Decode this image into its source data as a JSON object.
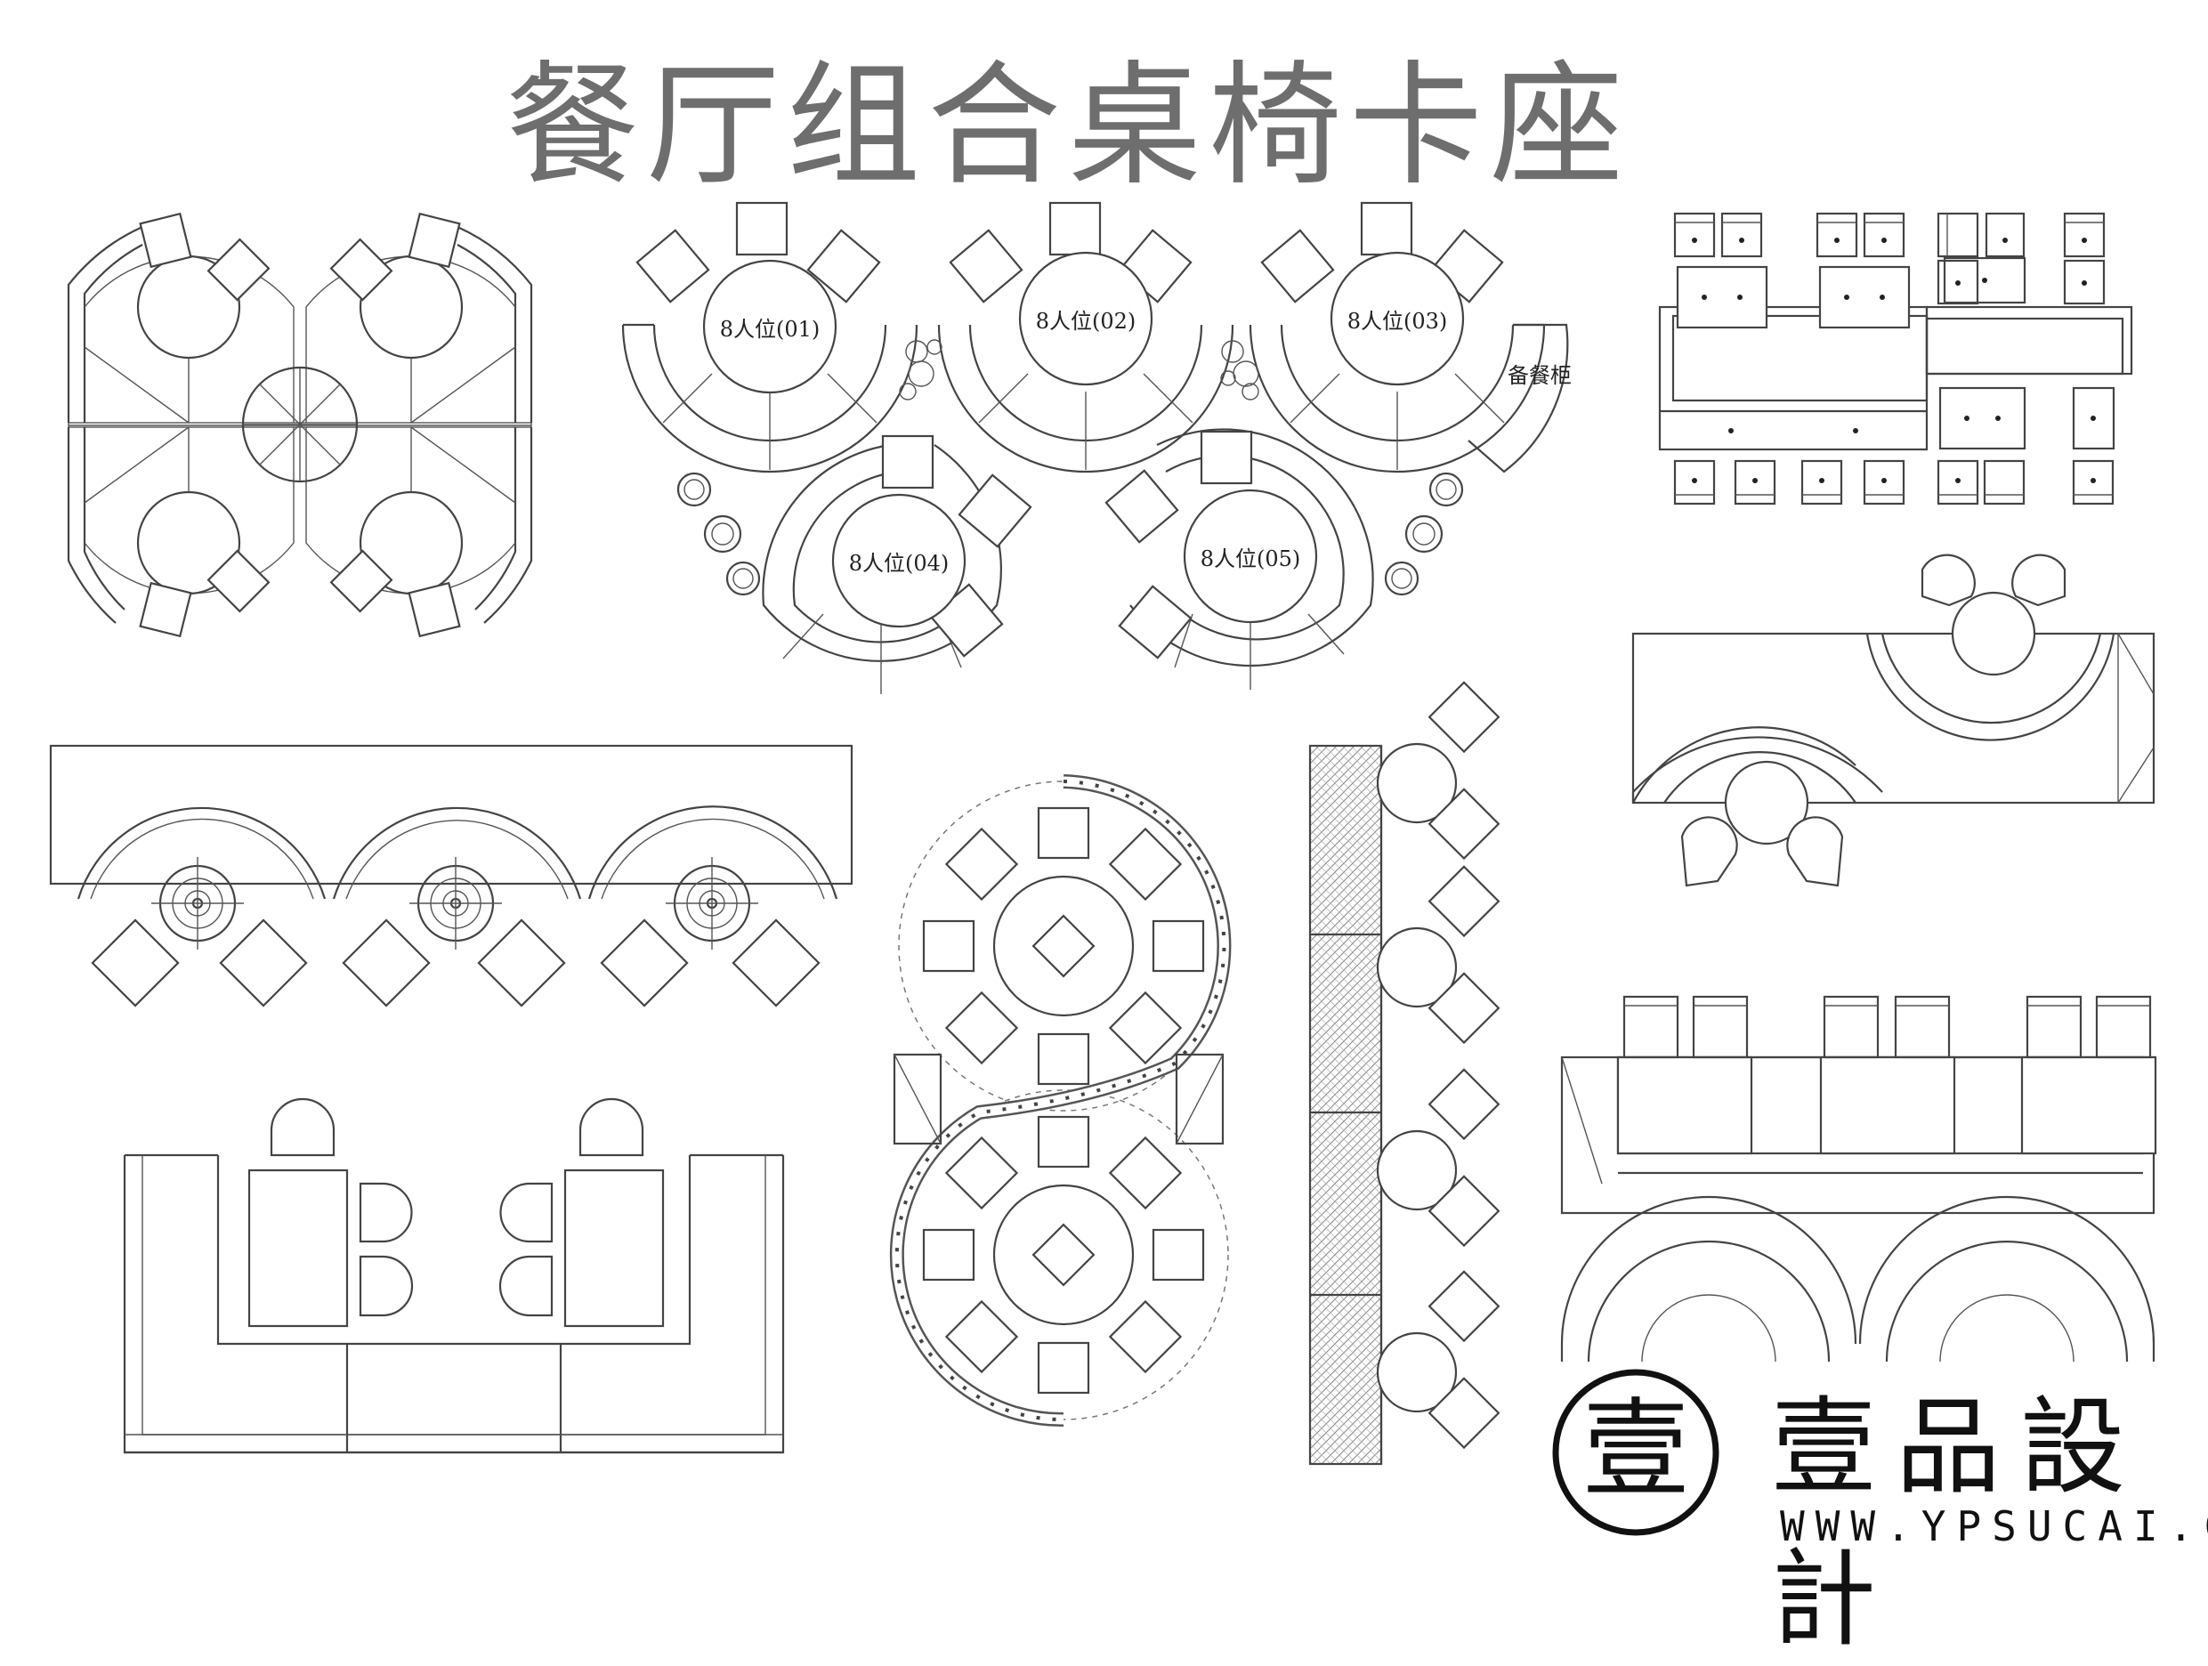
{
  "title": "餐厅组合桌椅卡座",
  "tables": [
    {
      "label": "8人位(01)"
    },
    {
      "label": "8人位(02)"
    },
    {
      "label": "8人位(03)"
    },
    {
      "label": "8人位(04)"
    },
    {
      "label": "8人位(05)"
    }
  ],
  "sideboard_label": "备餐柜",
  "logo": {
    "glyph": "壹",
    "brand": "壹品設計",
    "url": "WWW.YPSUCAI.COM"
  },
  "colors": {
    "line": "#444444",
    "title": "#6e6e6e",
    "logo": "#111111"
  }
}
